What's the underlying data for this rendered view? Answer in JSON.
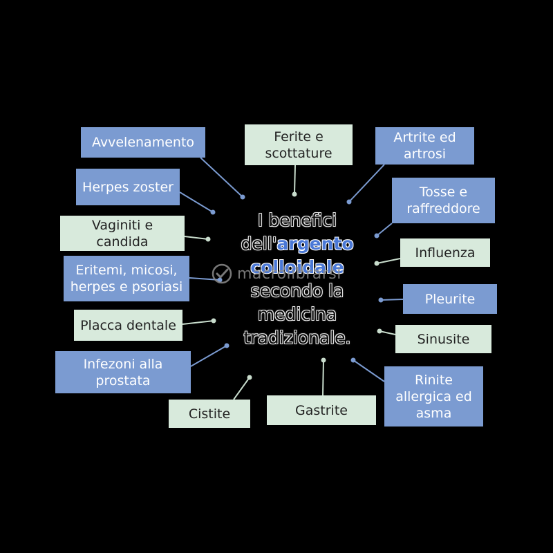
{
  "title": {
    "line1": "I benefici",
    "line2a": "dell'",
    "line2b": "argento",
    "line3": "colloidale",
    "line4": "secondo la",
    "line5": "medicina",
    "line6": "tradizionale."
  },
  "watermark": {
    "text": "macrolibrarsi",
    "icon": "check-circle-icon"
  },
  "colors": {
    "blue": "#7b9bd1",
    "green": "#d8eadc",
    "connector_blue": "#7b9bd1",
    "connector_green": "#c9ddcd"
  },
  "nodes": [
    {
      "id": "avvelenamento",
      "label": "Avvelenamento",
      "style": "blue"
    },
    {
      "id": "ferite",
      "label": "Ferite e\nscottature",
      "style": "green"
    },
    {
      "id": "artrite",
      "label": "Artrite ed\nartrosi",
      "style": "blue"
    },
    {
      "id": "herpes-zoster",
      "label": "Herpes zoster",
      "style": "blue"
    },
    {
      "id": "tosse",
      "label": "Tosse e\nraffreddore",
      "style": "blue"
    },
    {
      "id": "vaginiti",
      "label": "Vaginiti e\ncandida",
      "style": "green"
    },
    {
      "id": "influenza",
      "label": "Influenza",
      "style": "green"
    },
    {
      "id": "eritemi",
      "label": "Eritemi, micosi,\nherpes e psoriasi",
      "style": "blue"
    },
    {
      "id": "pleurite",
      "label": "Pleurite",
      "style": "blue"
    },
    {
      "id": "placca",
      "label": "Placca dentale",
      "style": "green"
    },
    {
      "id": "sinusite",
      "label": "Sinusite",
      "style": "green"
    },
    {
      "id": "prostata",
      "label": "Infezoni alla\nprostata",
      "style": "blue"
    },
    {
      "id": "rinite",
      "label": "Rinite\nallergica ed\nasma",
      "style": "blue"
    },
    {
      "id": "cistite",
      "label": "Cistite",
      "style": "green"
    },
    {
      "id": "gastrite",
      "label": "Gastrite",
      "style": "green"
    }
  ]
}
